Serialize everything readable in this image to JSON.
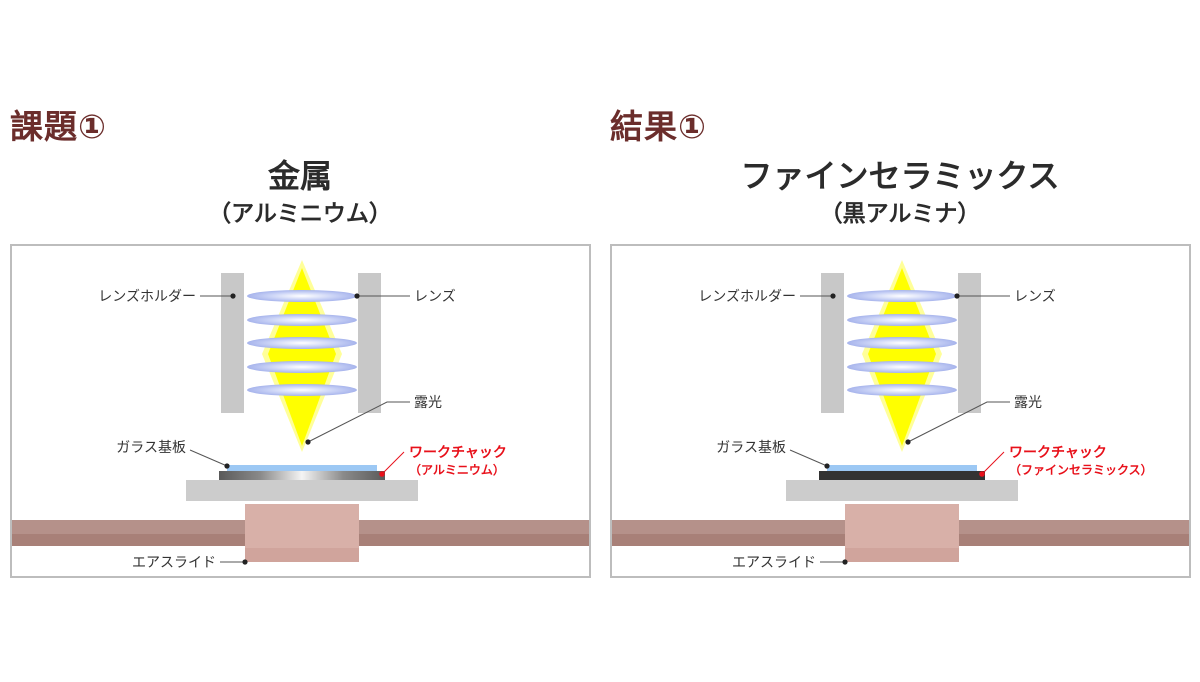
{
  "left": {
    "heading": "課題①",
    "title": "金属",
    "subtitle": "（アルミニウム）",
    "labels": {
      "lens_holder": "レンズホルダー",
      "lens": "レンズ",
      "exposure": "露光",
      "glass_substrate": "ガラス基板",
      "work_chuck": "ワークチャック",
      "work_chuck_material": "（アルミニウム）",
      "air_slide": "エアスライド"
    },
    "chuck_style": "metal-gradient"
  },
  "right": {
    "heading": "結果①",
    "title": "ファインセラミックス",
    "subtitle": "（黒アルミナ）",
    "labels": {
      "lens_holder": "レンズホルダー",
      "lens": "レンズ",
      "exposure": "露光",
      "glass_substrate": "ガラス基板",
      "work_chuck": "ワークチャック",
      "work_chuck_material": "（ファインセラミックス）",
      "air_slide": "エアスライド"
    },
    "chuck_style": "black-ceramic"
  },
  "colors": {
    "heading": "#6b2d2b",
    "title": "#2b2b2b",
    "callout_red": "#e8101a",
    "holder_gray": "#c8c8c8",
    "stage_gray": "#cccccc",
    "glass_blue": "#9cc8f4",
    "beam_yellow": "#ffff00",
    "lens_blue": "#b8c4f0",
    "rail_brown": "#b08a82",
    "air_slide_pink": "#d8b0a8",
    "ceramic_black": "#333333"
  }
}
